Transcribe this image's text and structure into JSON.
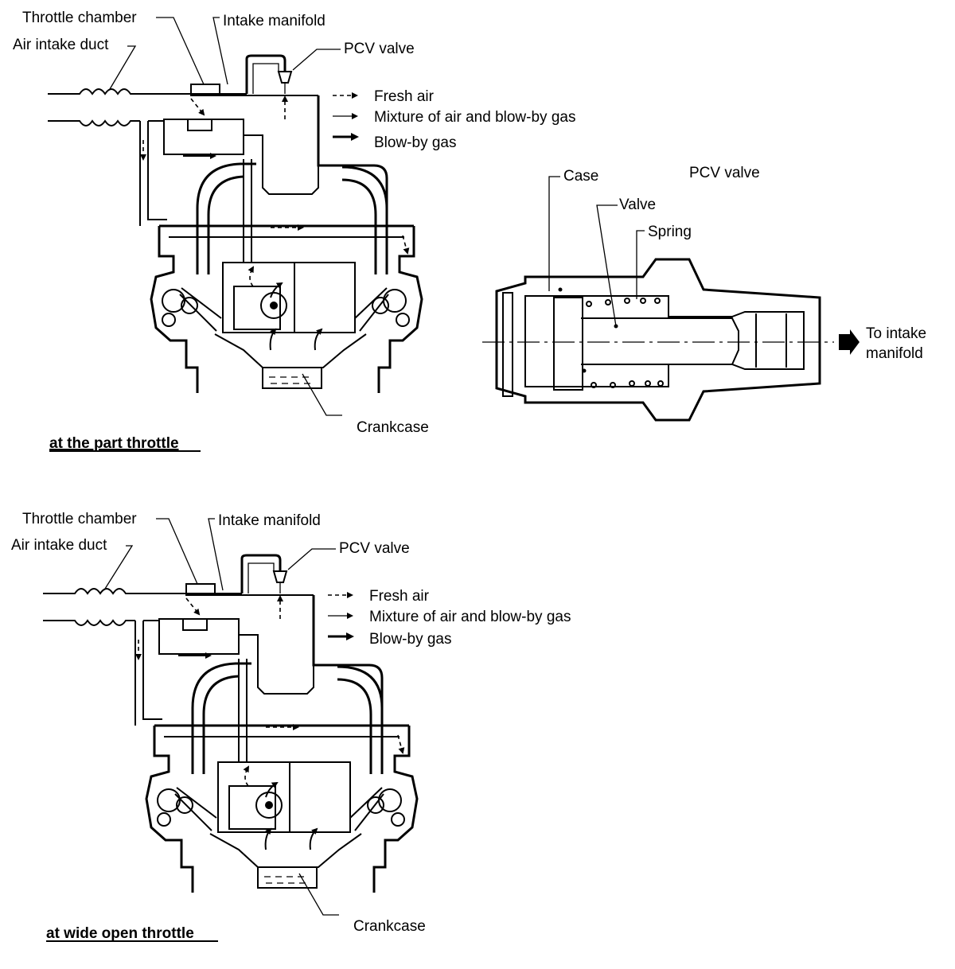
{
  "diagram": {
    "top": {
      "caption": "at the part throttle",
      "labels": {
        "throttle_chamber": "Throttle chamber",
        "intake_manifold": "Intake manifold",
        "air_intake_duct": "Air intake duct",
        "pcv_valve": "PCV valve",
        "crankcase": "Crankcase"
      },
      "legend": {
        "fresh_air": "Fresh air",
        "mixture": "Mixture of air and blow-by gas",
        "blowby": "Blow-by gas"
      }
    },
    "bottom": {
      "caption": "at wide open throttle",
      "labels": {
        "throttle_chamber": "Throttle chamber",
        "intake_manifold": "Intake manifold",
        "air_intake_duct": "Air intake duct",
        "pcv_valve": "PCV valve",
        "crankcase": "Crankcase"
      },
      "legend": {
        "fresh_air": "Fresh air",
        "mixture": "Mixture of air and blow-by gas",
        "blowby": "Blow-by gas"
      }
    },
    "valve_detail": {
      "title": "PCV valve",
      "case": "Case",
      "valve": "Valve",
      "spring": "Spring",
      "outlet_line1": "To intake",
      "outlet_line2": "manifold"
    }
  }
}
